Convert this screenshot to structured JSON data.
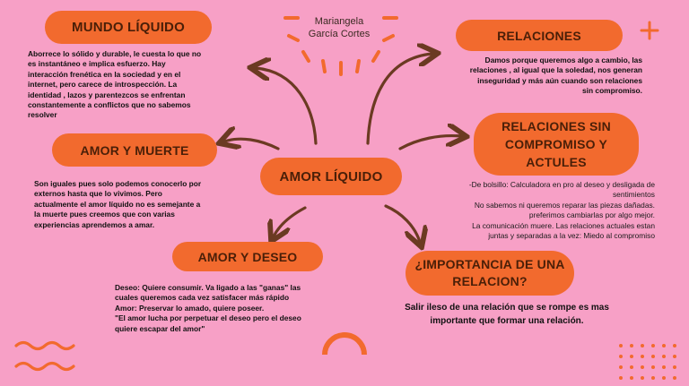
{
  "author": {
    "line1": "Mariangela",
    "line2": "García Cortes"
  },
  "center": {
    "label": "AMOR LÍQUIDO"
  },
  "mundo": {
    "label": "MUNDO LÍQUIDO",
    "text": [
      "Aborrece lo sólido y durable, le cuesta lo que no",
      "es instantáneo e implica esfuerzo. Hay",
      "interacción frenética  en la sociedad y en el",
      "internet, pero carece de introspección. La",
      "identidad , lazos y parentezcos se enfrentan",
      "constantemente a conflictos que no sabemos",
      "resolver"
    ]
  },
  "muerte": {
    "label": "AMOR Y MUERTE",
    "text": [
      "Son iguales pues solo podemos conocerlo por",
      "externos hasta que lo vivimos. Pero",
      "actualmente el amor líquido no es semejante a",
      "la muerte pues creemos que con varias",
      "experiencias aprendemos a amar."
    ]
  },
  "deseo": {
    "label": "AMOR Y DESEO",
    "text": [
      "Deseo: Quiere consumir. Va ligado a las \"ganas\" las",
      "cuales queremos cada vez satisfacer más rápido",
      "Amor: Preservar lo amado, quiere poseer.",
      "\"El amor lucha por perpetuar el deseo pero el deseo",
      "quiere escapar del amor\""
    ]
  },
  "relaciones": {
    "label": "RELACIONES",
    "text": [
      "Damos porque queremos algo a cambio, las",
      "relaciones , al igual que la soledad, nos generan",
      "inseguridad y más aún cuando son relaciones",
      "sin compromiso."
    ]
  },
  "sin_compromiso": {
    "label_lines": [
      "RELACIONES SIN",
      "COMPROMISO Y",
      "ACTULES"
    ],
    "text": [
      "-De bolsillo: Calculadora en pro al deseo y desligada de",
      "sentimientos",
      "No sabemos ni queremos reparar las piezas dañadas.",
      "preferimos cambiarlas por algo mejor.",
      "La comunicación muere. Las relaciones actuales estan",
      "juntas y separadas a la vez: Miedo al compromiso"
    ]
  },
  "importancia": {
    "label_lines": [
      "¿IMPORTANCIA DE UNA",
      "RELACION?"
    ],
    "text": [
      "Salir ileso de una relación que se rompe es mas",
      "importante que formar una relación."
    ]
  },
  "colors": {
    "accent": "#f26a2e",
    "background": "#f7a0c6",
    "arrow": "#6b3a22"
  }
}
